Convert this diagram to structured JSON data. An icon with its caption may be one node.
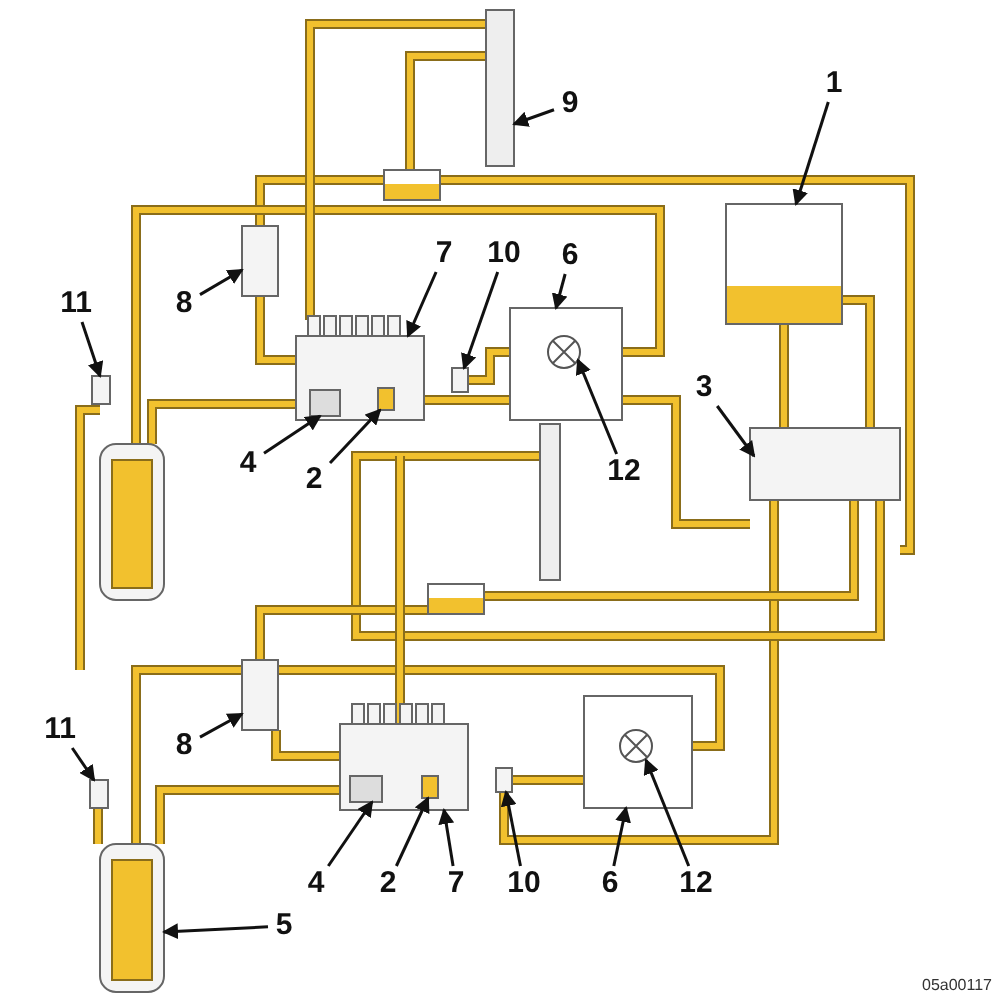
{
  "diagram": {
    "nodes": [
      {
        "text": [
          "9"
        ]
      },
      {
        "text": [],
        "shape": "box"
      },
      {
        "text": [
          "1"
        ]
      },
      {
        "text": [],
        "shape": "box"
      },
      {
        "text": [
          "8"
        ]
      },
      {
        "text": [],
        "shape": "box"
      },
      {
        "text": [
          "7"
        ]
      },
      {
        "text": [],
        "shape": "box"
      },
      {
        "text": [
          "10"
        ]
      },
      {
        "text": [],
        "shape": "box"
      },
      {
        "text": [
          "6"
        ]
      },
      {
        "text": [],
        "shape": "box"
      },
      {
        "text": [
          "11"
        ]
      },
      {
        "text": [],
        "shape": "box"
      },
      {
        "text": [
          "3"
        ]
      },
      {
        "text": [],
        "shape": "box"
      },
      {
        "text": [
          "4"
        ]
      },
      {
        "text": [],
        "shape": "box",
        "in": 7
      },
      {
        "text": [
          "2"
        ]
      },
      {
        "text": [],
        "shape": "box",
        "in": 7
      },
      {
        "text": [
          "12"
        ]
      },
      {
        "text": [],
        "shape": "circle",
        "in": 11
      },
      {
        "text": [
          "8"
        ]
      },
      {
        "text": [],
        "shape": "box"
      },
      {
        "text": [
          "11"
        ]
      },
      {
        "text": [],
        "shape": "box"
      },
      {
        "text": [
          "7"
        ]
      },
      {
        "text": [],
        "shape": "box"
      },
      {
        "text": [
          "4"
        ]
      },
      {
        "text": [],
        "shape": "box",
        "in": 27
      },
      {
        "text": [
          "2"
        ]
      },
      {
        "text": [],
        "shape": "box",
        "in": 27
      },
      {
        "text": [
          "10"
        ]
      },
      {
        "text": [],
        "shape": "box"
      },
      {
        "text": [
          "6"
        ]
      },
      {
        "text": [],
        "shape": "box"
      },
      {
        "text": [
          "12"
        ]
      },
      {
        "text": [],
        "shape": "circle",
        "in": 35
      },
      {
        "text": [
          "5"
        ]
      },
      {
        "text": [],
        "shape": "cylinder"
      },
      {
        "text": [],
        "shape": "cylinder"
      },
      {
        "text": [],
        "shape": "box"
      }
    ],
    "edges": [
      {
        "from": 0,
        "to": 1,
        "arrow": "to"
      },
      {
        "from": 2,
        "to": 3,
        "arrow": "to"
      },
      {
        "from": 4,
        "to": 5,
        "arrow": "to"
      },
      {
        "from": 6,
        "to": 7,
        "arrow": "to"
      },
      {
        "from": 8,
        "to": 9,
        "arrow": "to"
      },
      {
        "from": 10,
        "to": 11,
        "arrow": "to"
      },
      {
        "from": 12,
        "to": 13,
        "arrow": "to"
      },
      {
        "from": 14,
        "to": 15,
        "arrow": "to"
      },
      {
        "from": 16,
        "to": 17,
        "arrow": "to"
      },
      {
        "from": 18,
        "to": 19,
        "arrow": "to"
      },
      {
        "from": 20,
        "to": 21,
        "arrow": "to"
      },
      {
        "from": 22,
        "to": 23,
        "arrow": "to"
      },
      {
        "from": 24,
        "to": 25,
        "arrow": "to"
      },
      {
        "from": 26,
        "to": 27,
        "arrow": "to"
      },
      {
        "from": 28,
        "to": 29,
        "arrow": "to"
      },
      {
        "from": 30,
        "to": 31,
        "arrow": "to"
      },
      {
        "from": 32,
        "to": 33,
        "arrow": "to"
      },
      {
        "from": 34,
        "to": 35,
        "arrow": "to"
      },
      {
        "from": 36,
        "to": 37,
        "arrow": "to"
      },
      {
        "from": 38,
        "to": 40,
        "arrow": "to"
      }
    ],
    "labels": [
      "05a00117"
    ]
  }
}
